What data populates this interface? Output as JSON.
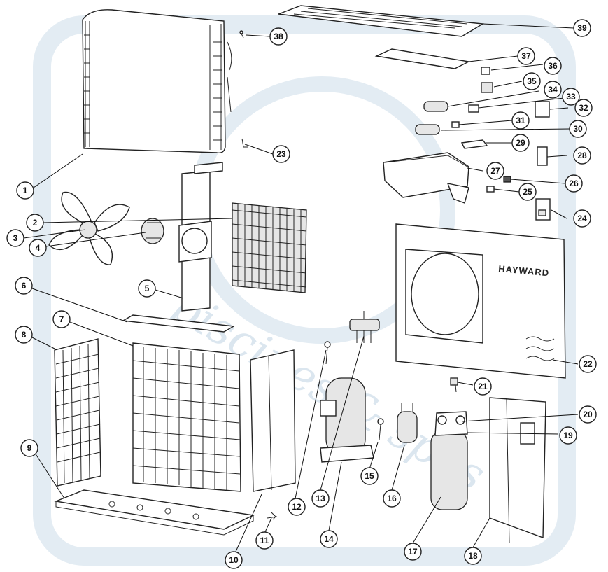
{
  "diagram": {
    "brand_label": "HAYWARD",
    "watermark_text": "piscines & spas",
    "callouts": [
      "1",
      "2",
      "3",
      "4",
      "5",
      "6",
      "7",
      "8",
      "9",
      "10",
      "11",
      "12",
      "13",
      "14",
      "15",
      "16",
      "17",
      "18",
      "19",
      "20",
      "21",
      "22",
      "23",
      "24",
      "25",
      "26",
      "27",
      "28",
      "29",
      "30",
      "31",
      "32",
      "33",
      "34",
      "35",
      "36",
      "37",
      "38",
      "39"
    ]
  },
  "colors": {
    "line": "#222222",
    "watermark": "#dbe6ef",
    "background": "#ffffff"
  }
}
